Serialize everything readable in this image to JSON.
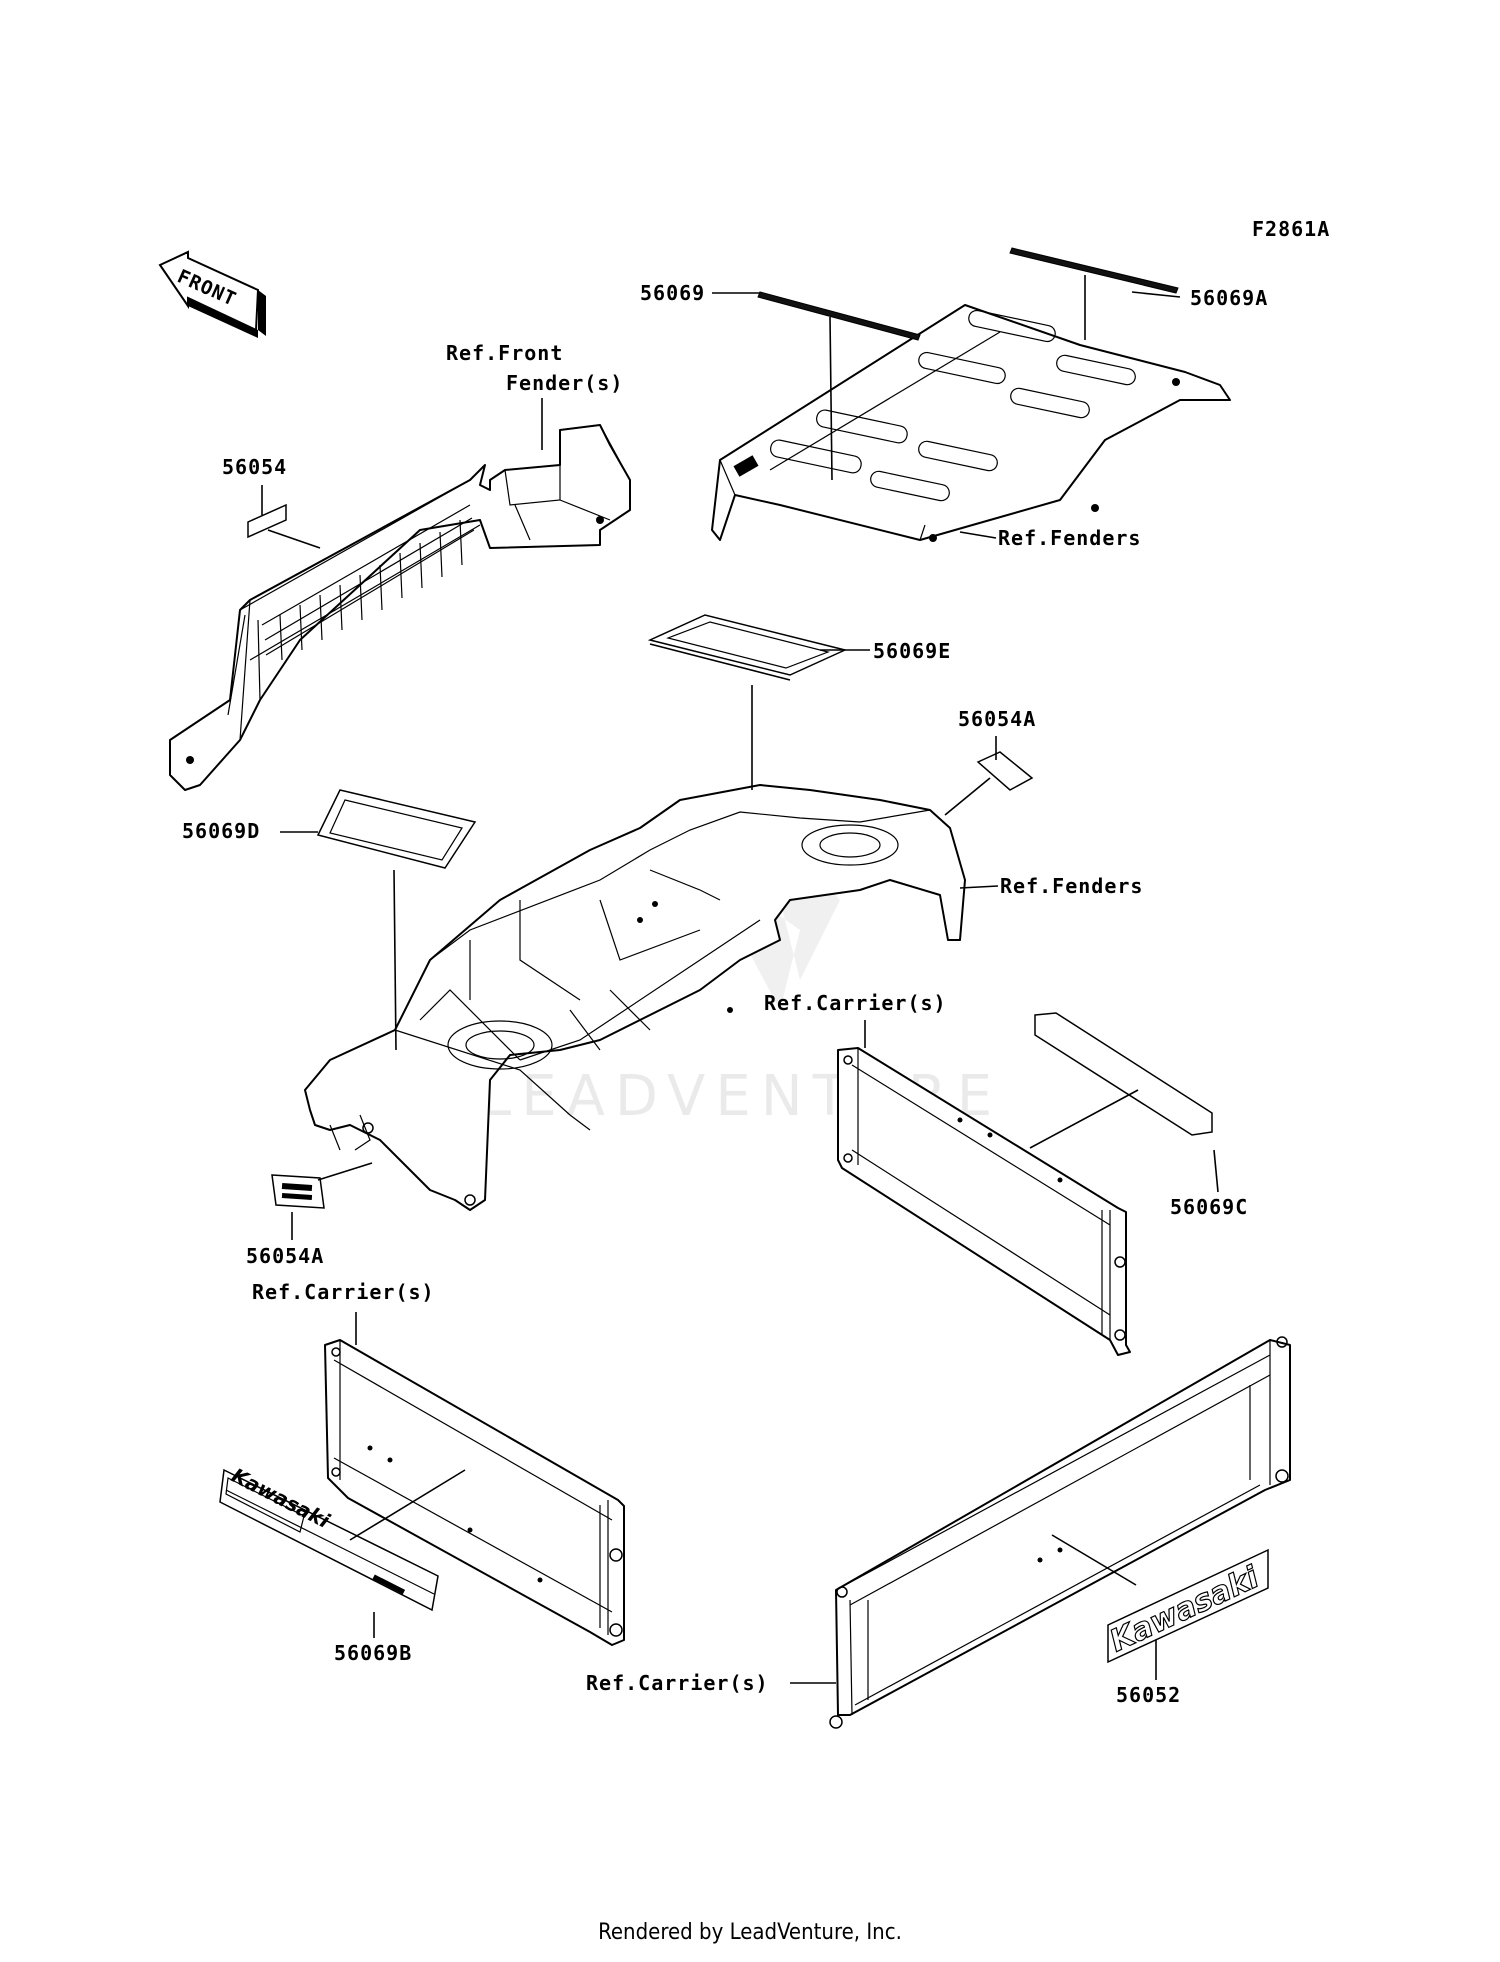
{
  "figure_id": "F2861A",
  "front_label": "FRONT",
  "watermark": "LEADVENTURE",
  "footer": "Rendered by LeadVenture, Inc.",
  "brand_logo_text": "Kawasaki",
  "callouts": {
    "p56069": "56069",
    "p56069A": "56069A",
    "p56054_top": "56054",
    "ref_front_fender_1": "Ref.Front",
    "ref_front_fender_2": "Fender(s)",
    "ref_fenders_top": "Ref.Fenders",
    "p56069E": "56069E",
    "p56054A_right": "56054A",
    "p56069D": "56069D",
    "ref_fenders_mid": "Ref.Fenders",
    "ref_carrier_right": "Ref.Carrier(s)",
    "p56069C": "56069C",
    "p56054A_bottom": "56054A",
    "ref_carrier_left": "Ref.Carrier(s)",
    "p56069B": "56069B",
    "ref_carrier_bottom": "Ref.Carrier(s)",
    "p56052": "56052"
  }
}
